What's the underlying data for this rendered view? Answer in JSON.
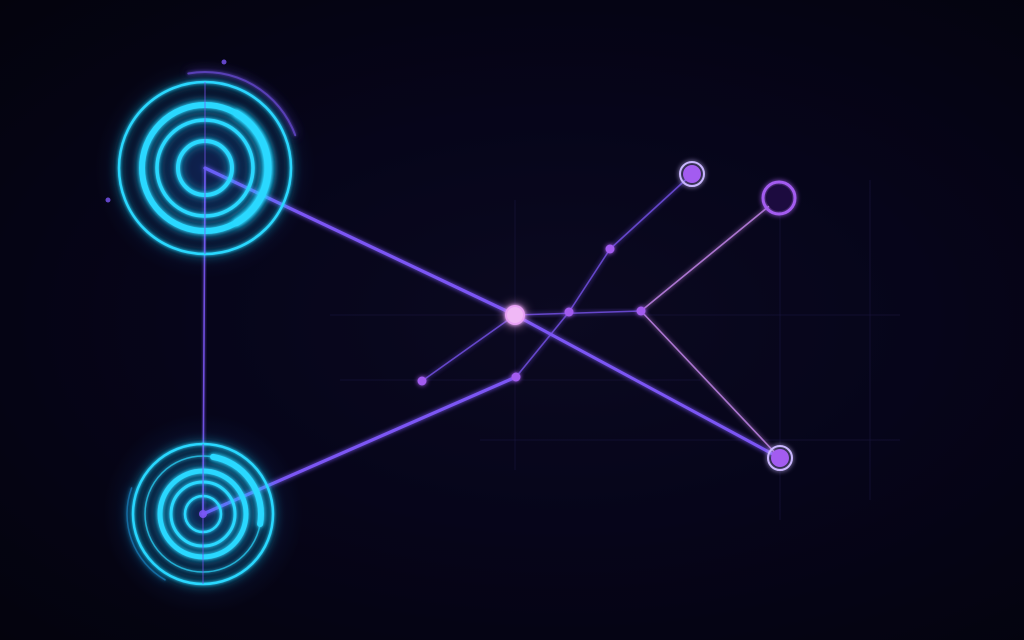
{
  "diagram": {
    "background": "#05040f",
    "colors": {
      "cyan": "#2ad8ff",
      "cyan_glow": "#1f9fe8",
      "violet": "#7b56f5",
      "lavender": "#c889f0",
      "node_fill": "#a35cf0",
      "node_fill_pink": "#e8a2f5",
      "node_ring": "#c9b6ff",
      "grid": "#1a1640"
    },
    "hubs": [
      {
        "id": "hub-top",
        "style": "target-ring"
      },
      {
        "id": "hub-bottom",
        "style": "target-ring"
      }
    ],
    "nodes": [
      {
        "id": "center",
        "style": "bright-dot"
      },
      {
        "id": "top-right-a",
        "style": "ringed-dot"
      },
      {
        "id": "top-right-b",
        "style": "dark-ringed-dot"
      },
      {
        "id": "bottom-right",
        "style": "ringed-dot"
      },
      {
        "id": "junction",
        "style": "small-dot"
      },
      {
        "id": "mid-left",
        "style": "small-dot"
      },
      {
        "id": "lower-mid",
        "style": "small-dot"
      },
      {
        "id": "upper-mid",
        "style": "small-dot"
      },
      {
        "id": "center-right",
        "style": "small-dot"
      }
    ],
    "edges": [
      {
        "from": "hub-top",
        "to": "center"
      },
      {
        "from": "center",
        "to": "bottom-right"
      },
      {
        "from": "hub-top",
        "to": "hub-bottom"
      },
      {
        "from": "hub-bottom",
        "to": "lower-mid"
      },
      {
        "from": "center",
        "to": "junction"
      },
      {
        "from": "junction",
        "to": "top-right-b"
      },
      {
        "from": "junction",
        "to": "bottom-right"
      },
      {
        "from": "mid-left",
        "to": "center"
      },
      {
        "from": "lower-mid",
        "to": "center-right"
      },
      {
        "from": "center-right",
        "to": "upper-mid"
      },
      {
        "from": "upper-mid",
        "to": "top-right-a"
      }
    ]
  }
}
